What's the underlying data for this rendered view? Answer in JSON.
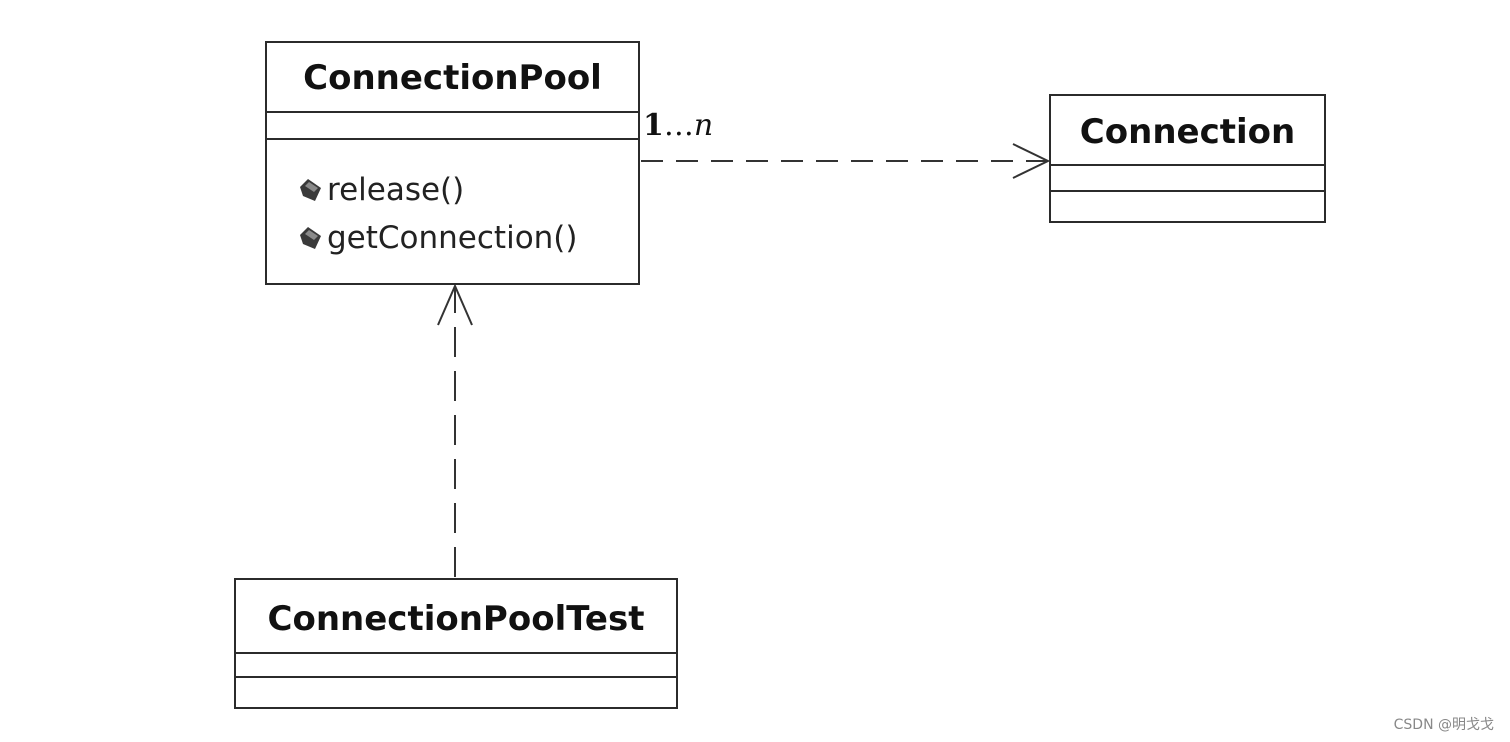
{
  "classes": {
    "connection_pool": {
      "name": "ConnectionPool",
      "operations": [
        "release()",
        "getConnection()"
      ]
    },
    "connection": {
      "name": "Connection"
    },
    "connection_pool_test": {
      "name": "ConnectionPoolTest"
    }
  },
  "relationships": {
    "pool_to_connection": {
      "multiplicity_number": "1",
      "multiplicity_dots": "…",
      "multiplicity_var": "n"
    }
  },
  "operation_icon": "method-icon",
  "watermark": "CSDN @明戈戈"
}
